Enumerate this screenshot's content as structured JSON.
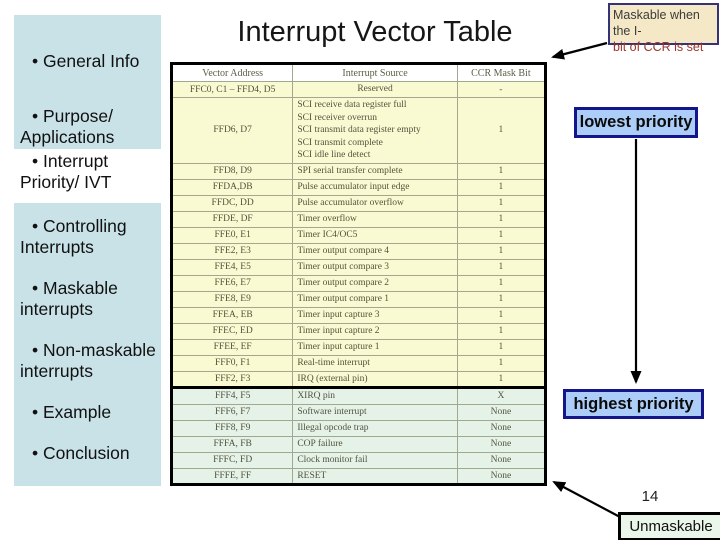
{
  "slide": {
    "title": "Interrupt Vector Table",
    "page_number": "14"
  },
  "sidebar": {
    "bullet": "•",
    "box1_items": [
      "General Info",
      "Purpose/ Applications"
    ],
    "current_item": "Interrupt Priority/ IVT",
    "box2_items": [
      "Controlling Interrupts",
      "Maskable interrupts",
      "Non-maskable interrupts",
      "Example",
      "Conclusion"
    ]
  },
  "table": {
    "headers": [
      "Vector Address",
      "Interrupt Source",
      "CCR Mask Bit"
    ],
    "maskable_rows": [
      {
        "address": "FFC0, C1 – FFD4, D5",
        "source": [
          "Reserved"
        ],
        "mask": "-",
        "center": true
      },
      {
        "address": "FFD6, D7",
        "source": [
          "SCI receive data register full",
          "SCI receiver overrun",
          "SCI transmit data register empty",
          "SCI transmit complete",
          "SCI idle line detect"
        ],
        "mask": "1"
      },
      {
        "address": "FFD8, D9",
        "source": [
          "SPI serial transfer complete"
        ],
        "mask": "1"
      },
      {
        "address": "FFDA,DB",
        "source": [
          "Pulse accumulator input edge"
        ],
        "mask": "1"
      },
      {
        "address": "FFDC, DD",
        "source": [
          "Pulse accumulator overflow"
        ],
        "mask": "1"
      },
      {
        "address": "FFDE, DF",
        "source": [
          "Timer overflow"
        ],
        "mask": "1"
      },
      {
        "address": "FFE0, E1",
        "source": [
          "Timer IC4/OC5"
        ],
        "mask": "1"
      },
      {
        "address": "FFE2, E3",
        "source": [
          "Timer output compare 4"
        ],
        "mask": "1"
      },
      {
        "address": "FFE4, E5",
        "source": [
          "Timer output compare 3"
        ],
        "mask": "1"
      },
      {
        "address": "FFE6, E7",
        "source": [
          "Timer output compare 2"
        ],
        "mask": "1"
      },
      {
        "address": "FFE8, E9",
        "source": [
          "Timer output compare 1"
        ],
        "mask": "1"
      },
      {
        "address": "FFEA, EB",
        "source": [
          "Timer input capture 3"
        ],
        "mask": "1"
      },
      {
        "address": "FFEC, ED",
        "source": [
          "Timer input capture 2"
        ],
        "mask": "1"
      },
      {
        "address": "FFEE, EF",
        "source": [
          "Timer input capture 1"
        ],
        "mask": "1"
      },
      {
        "address": "FFF0, F1",
        "source": [
          "Real-time interrupt"
        ],
        "mask": "1"
      },
      {
        "address": "FFF2, F3",
        "source": [
          "IRQ (external pin)"
        ],
        "mask": "1"
      }
    ],
    "unmaskable_rows": [
      {
        "address": "FFF4, F5",
        "source": [
          "XIRQ pin"
        ],
        "mask": "X"
      },
      {
        "address": "FFF6, F7",
        "source": [
          "Software interrupt"
        ],
        "mask": "None"
      },
      {
        "address": "FFF8, F9",
        "source": [
          "Illegal opcode trap"
        ],
        "mask": "None"
      },
      {
        "address": "FFFA, FB",
        "source": [
          "COP failure"
        ],
        "mask": "None"
      },
      {
        "address": "FFFC, FD",
        "source": [
          "Clock monitor fail"
        ],
        "mask": "None"
      },
      {
        "address": "FFFE, FF",
        "source": [
          "RESET"
        ],
        "mask": "None"
      }
    ]
  },
  "callouts": {
    "maskable_note_line1": "Maskable when the I-",
    "maskable_note_line2": "bit of CCR is set",
    "lowest_priority": "lowest priority",
    "highest_priority": "highest priority",
    "unmaskable": "Unmaskable"
  },
  "colors": {
    "sidebar_bg": "#c9e2e8",
    "table_maskable_bg": "#fafad2",
    "table_unmaskable_bg": "#e4f2e8",
    "note_bg": "#f4e8c6",
    "note_border": "#333377",
    "note_text_red": "#9c3528",
    "priority_box_bg": "#abcdf8",
    "priority_box_border": "#15158a",
    "unmaskable_box_bg": "#e9f6e9"
  }
}
